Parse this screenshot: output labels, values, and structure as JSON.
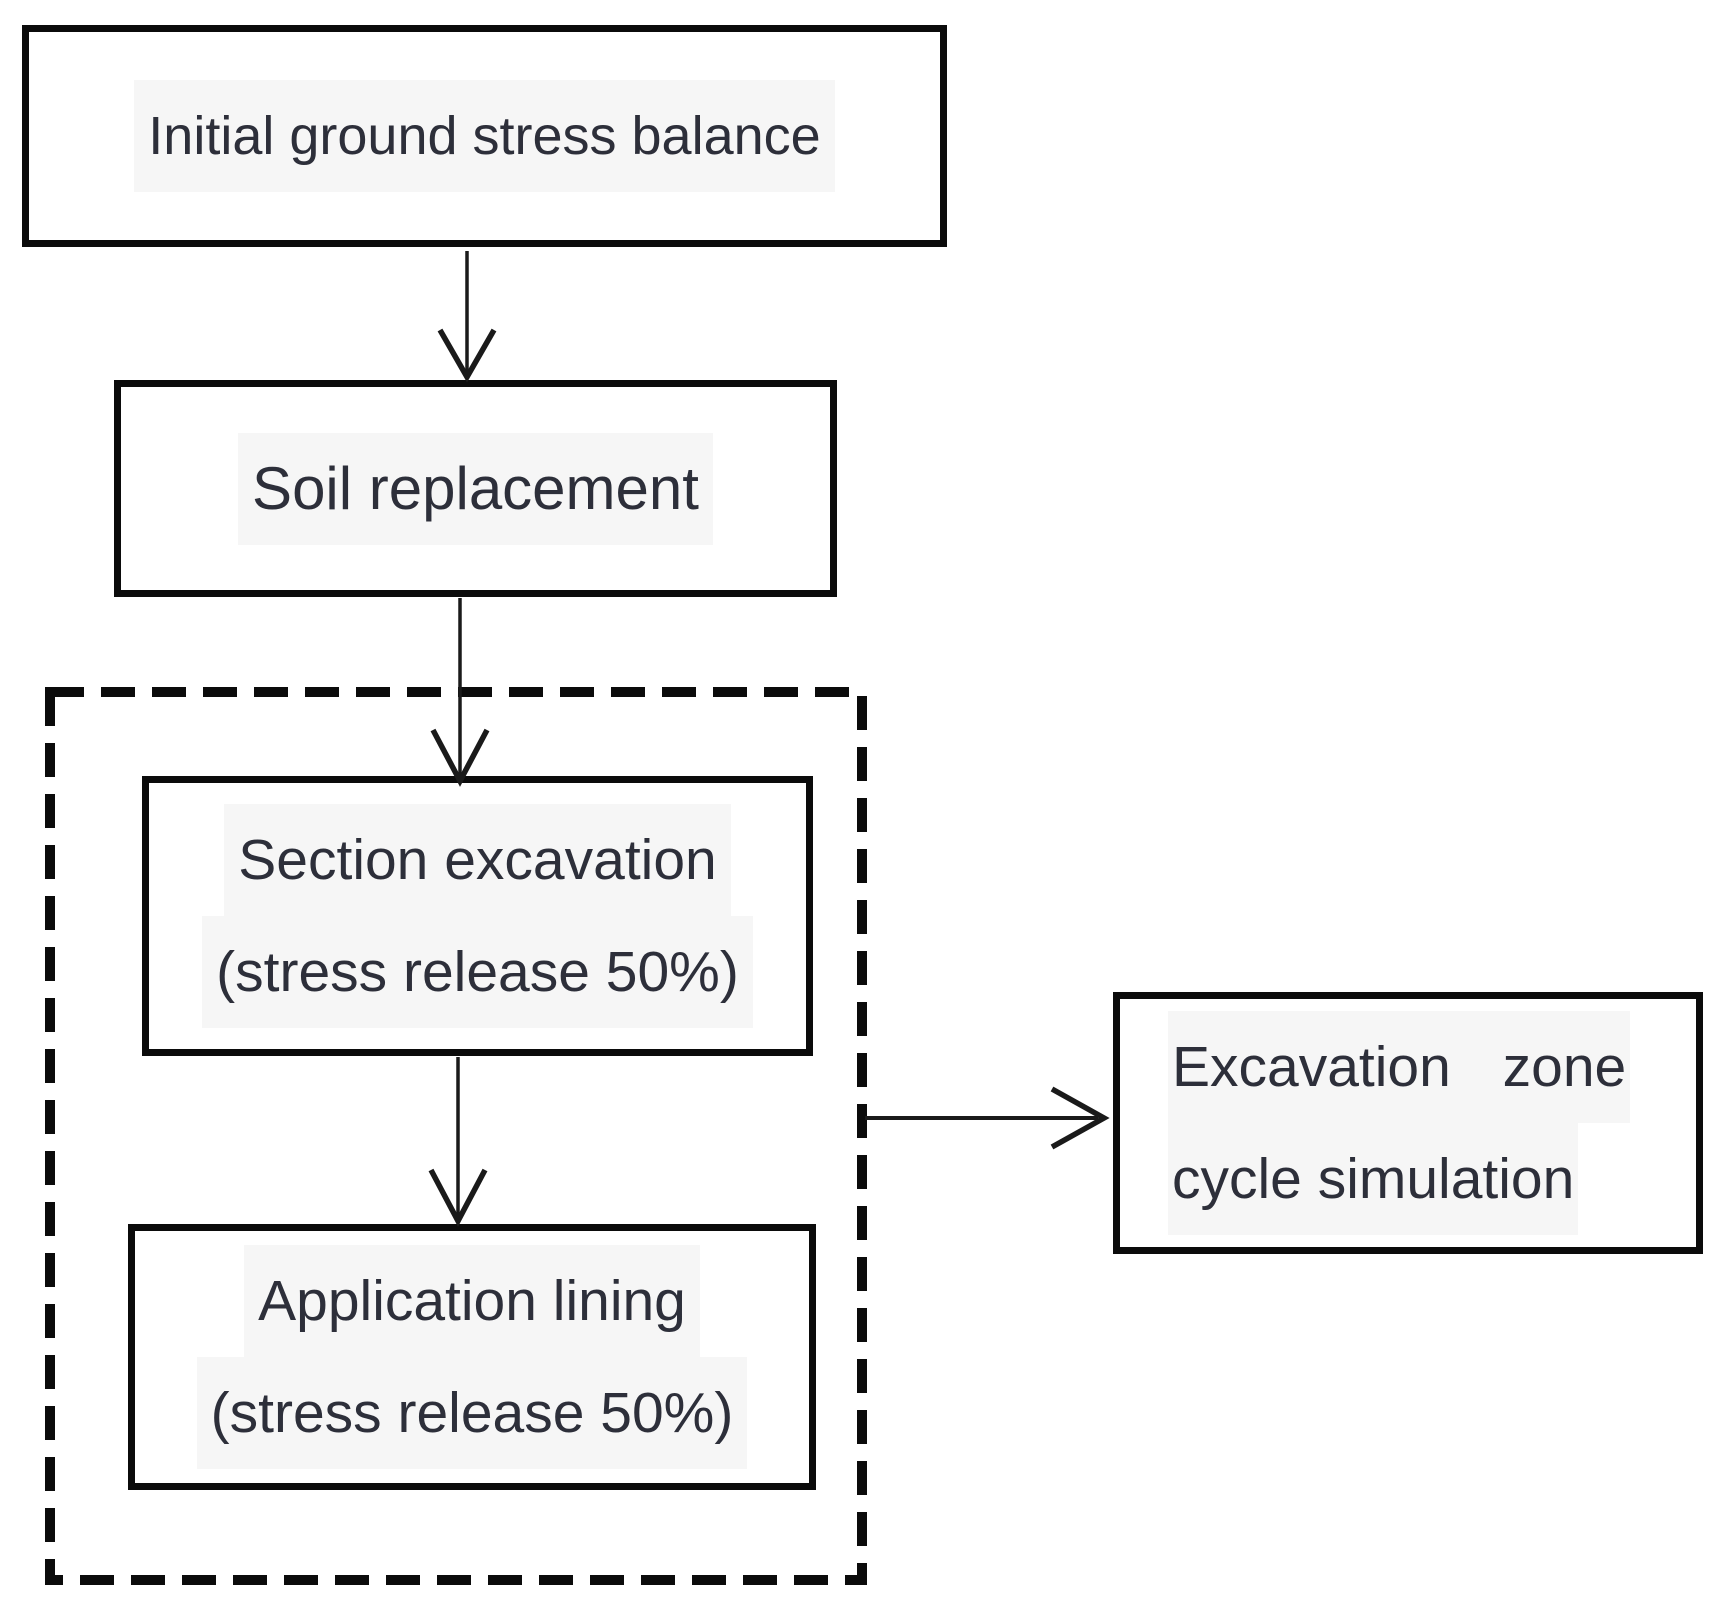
{
  "diagram": {
    "type": "flowchart",
    "nodes": {
      "initial_ground": {
        "label": "Initial ground stress balance"
      },
      "soil_replacement": {
        "label": "Soil replacement"
      },
      "section_excavation": {
        "label_line1": "Section excavation",
        "label_line2": "(stress release 50%)"
      },
      "application_lining": {
        "label_line1": "Application lining",
        "label_line2": "(stress release 50%)"
      },
      "excavation_zone": {
        "label_line1": "Excavation zone",
        "label_line2": "cycle simulation"
      }
    },
    "groups": [
      {
        "id": "excavation_cycle_group",
        "style": "dashed-outline",
        "contains": [
          "section_excavation",
          "application_lining"
        ]
      }
    ],
    "edges": [
      {
        "from": "initial_ground",
        "to": "soil_replacement",
        "direction": "down"
      },
      {
        "from": "soil_replacement",
        "to": "section_excavation",
        "direction": "down"
      },
      {
        "from": "section_excavation",
        "to": "application_lining",
        "direction": "down"
      },
      {
        "from": "excavation_cycle_group",
        "to": "excavation_zone",
        "direction": "right"
      }
    ],
    "colors": {
      "border": "#0b0b0b",
      "arrow": "#1a1a1a",
      "text": "#2d2f3a",
      "background": "#ffffff"
    }
  }
}
